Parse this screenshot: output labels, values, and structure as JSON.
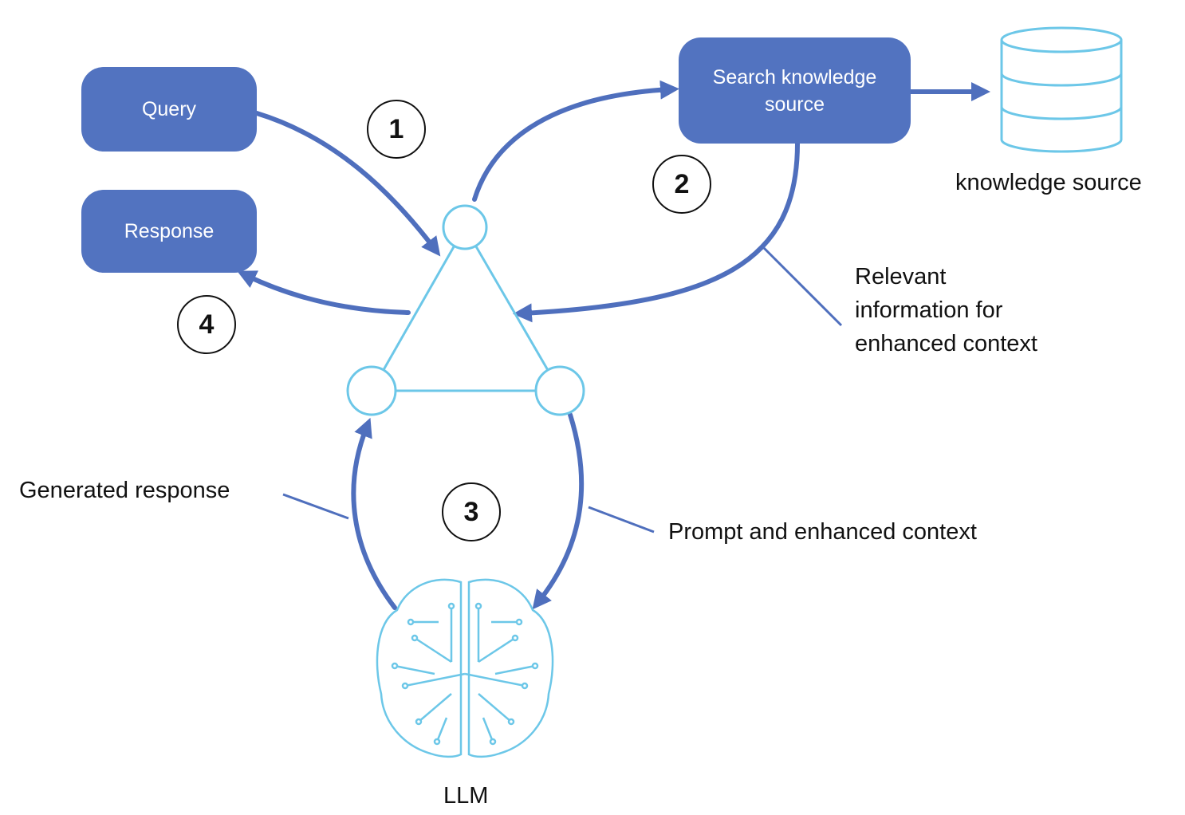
{
  "nodes": {
    "query": "Query",
    "response": "Response",
    "search": "Search knowledge source",
    "knowledge_source": "knowledge source",
    "llm": "LLM"
  },
  "annotations": {
    "relevant_info": "Relevant information for enhanced context",
    "generated_response": "Generated response",
    "prompt_context": "Prompt and enhanced context"
  },
  "steps": [
    "1",
    "2",
    "3",
    "4"
  ],
  "colors": {
    "box": "#5273c0",
    "arrow": "#4f6fbd",
    "outline": "#6cc7e8",
    "text": "#111111"
  },
  "icons": {
    "database": "database-icon",
    "brain": "brain-circuit-icon"
  }
}
